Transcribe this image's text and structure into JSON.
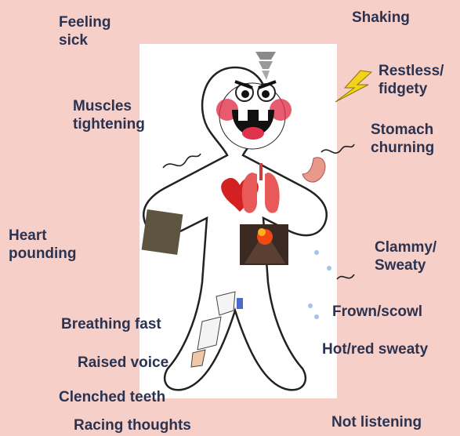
{
  "labels": {
    "feeling_sick": "Feeling\nsick",
    "shaking": "Shaking",
    "restless": "Restless/\nfidgety",
    "muscles": "Muscles\ntightening",
    "stomach": "Stomach\nchurning",
    "heart": "Heart\npounding",
    "clammy": "Clammy/\nSweaty",
    "frown": "Frown/scowl",
    "breathing": "Breathing fast",
    "hot_red": "Hot/red sweaty",
    "raised_voice": "Raised voice",
    "clenched": "Clenched teeth",
    "racing": "Racing thoughts",
    "not_listening": "Not listening"
  },
  "colors": {
    "background": "#f6cfc9",
    "label_text": "#2b3350",
    "heart_red": "#d32020",
    "lungs": "#e85a5a",
    "lightning": "#f2d21c",
    "face_red": "#e0324a"
  },
  "icons": [
    "tornado-icon",
    "lightning-icon",
    "heart-icon",
    "lungs-icon",
    "volcano-icon",
    "sweat-drop-icon",
    "fist-icon",
    "wrung-cloth-icon"
  ]
}
